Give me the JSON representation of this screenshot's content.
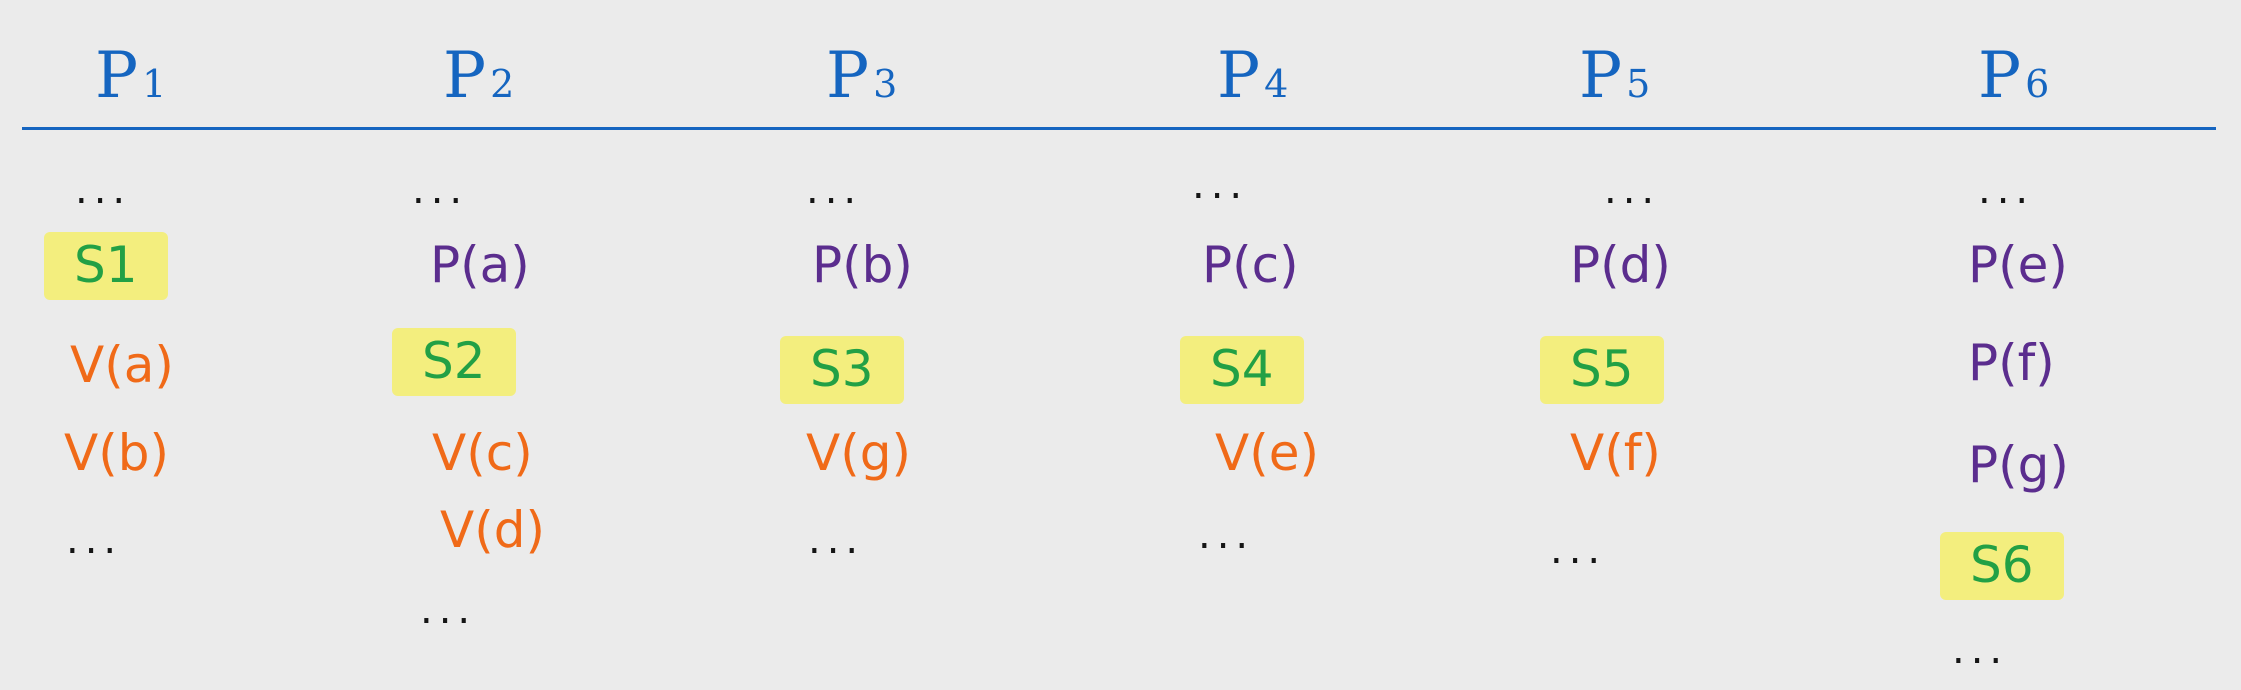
{
  "columns": [
    {
      "header": {
        "base": "P",
        "sub": "1"
      },
      "cells": [
        {
          "text": "...",
          "kind": "ellipsis"
        },
        {
          "text": "S1",
          "kind": "s"
        },
        {
          "text": "V(a)",
          "kind": "v"
        },
        {
          "text": "V(b)",
          "kind": "v"
        },
        {
          "text": "...",
          "kind": "ellipsis"
        }
      ]
    },
    {
      "header": {
        "base": "P",
        "sub": "2"
      },
      "cells": [
        {
          "text": "...",
          "kind": "ellipsis"
        },
        {
          "text": "P(a)",
          "kind": "p"
        },
        {
          "text": "S2",
          "kind": "s"
        },
        {
          "text": "V(c)",
          "kind": "v"
        },
        {
          "text": "V(d)",
          "kind": "v"
        },
        {
          "text": "...",
          "kind": "ellipsis"
        }
      ]
    },
    {
      "header": {
        "base": "P",
        "sub": "3"
      },
      "cells": [
        {
          "text": "...",
          "kind": "ellipsis"
        },
        {
          "text": "P(b)",
          "kind": "p"
        },
        {
          "text": "S3",
          "kind": "s"
        },
        {
          "text": "V(g)",
          "kind": "v"
        },
        {
          "text": "...",
          "kind": "ellipsis"
        }
      ]
    },
    {
      "header": {
        "base": "P",
        "sub": "4"
      },
      "cells": [
        {
          "text": "...",
          "kind": "ellipsis"
        },
        {
          "text": "P(c)",
          "kind": "p"
        },
        {
          "text": "S4",
          "kind": "s"
        },
        {
          "text": "V(e)",
          "kind": "v"
        },
        {
          "text": "...",
          "kind": "ellipsis"
        }
      ]
    },
    {
      "header": {
        "base": "P",
        "sub": "5"
      },
      "cells": [
        {
          "text": "...",
          "kind": "ellipsis"
        },
        {
          "text": "P(d)",
          "kind": "p"
        },
        {
          "text": "S5",
          "kind": "s"
        },
        {
          "text": "V(f)",
          "kind": "v"
        },
        {
          "text": "...",
          "kind": "ellipsis"
        }
      ]
    },
    {
      "header": {
        "base": "P",
        "sub": "6"
      },
      "cells": [
        {
          "text": "...",
          "kind": "ellipsis"
        },
        {
          "text": "P(e)",
          "kind": "p"
        },
        {
          "text": "P(f)",
          "kind": "p"
        },
        {
          "text": "P(g)",
          "kind": "p"
        },
        {
          "text": "S6",
          "kind": "s"
        },
        {
          "text": "...",
          "kind": "ellipsis"
        }
      ]
    }
  ],
  "colors": {
    "header": "#1565c0",
    "ellipsis": "#151515",
    "p": "#5b2d8e",
    "v": "#f06a18",
    "s_text": "#22a045",
    "s_highlight": "#f3ee7e"
  }
}
